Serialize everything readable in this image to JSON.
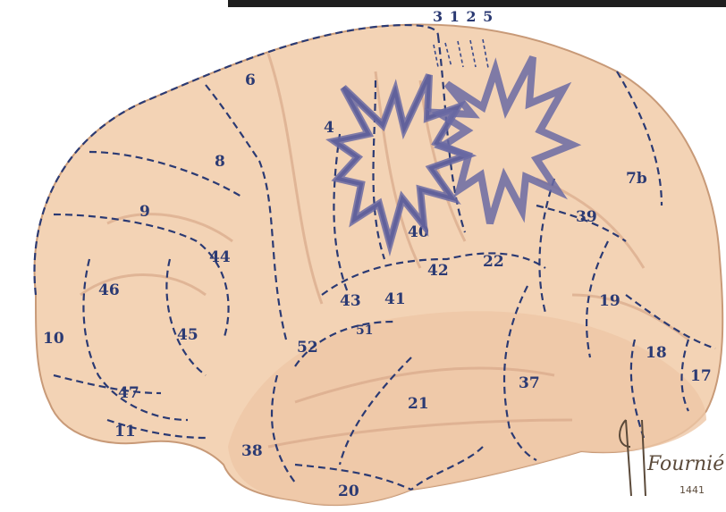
{
  "brodmann_diagram": {
    "top_label": "3 1 2 5",
    "areas": [
      {
        "id": "area-4",
        "label": "4"
      },
      {
        "id": "area-6",
        "label": "6"
      },
      {
        "id": "area-7b",
        "label": "7b"
      },
      {
        "id": "area-8",
        "label": "8"
      },
      {
        "id": "area-9",
        "label": "9"
      },
      {
        "id": "area-10",
        "label": "10"
      },
      {
        "id": "area-11",
        "label": "11"
      },
      {
        "id": "area-17",
        "label": "17"
      },
      {
        "id": "area-18",
        "label": "18"
      },
      {
        "id": "area-19",
        "label": "19"
      },
      {
        "id": "area-20",
        "label": "20"
      },
      {
        "id": "area-21",
        "label": "21"
      },
      {
        "id": "area-22",
        "label": "22"
      },
      {
        "id": "area-37",
        "label": "37"
      },
      {
        "id": "area-38",
        "label": "38"
      },
      {
        "id": "area-39",
        "label": "39"
      },
      {
        "id": "area-40",
        "label": "40"
      },
      {
        "id": "area-41",
        "label": "41"
      },
      {
        "id": "area-42",
        "label": "42"
      },
      {
        "id": "area-43",
        "label": "43"
      },
      {
        "id": "area-44",
        "label": "44"
      },
      {
        "id": "area-45",
        "label": "45"
      },
      {
        "id": "area-46",
        "label": "46"
      },
      {
        "id": "area-47",
        "label": "47"
      },
      {
        "id": "area-52",
        "label": "52"
      },
      {
        "id": "area-51",
        "label": "51"
      }
    ],
    "signature": "Fournié",
    "signature_number": "1441",
    "colors": {
      "brain_fill": "#f3d3b5",
      "brain_shadow": "#d9a98a",
      "boundary_line": "#2b3a73",
      "label_color": "#2b3a73",
      "burst_fill": "#6a6aa3",
      "burst_stroke": "#2f2f6e",
      "background_strip": "#1e1e1e"
    }
  }
}
